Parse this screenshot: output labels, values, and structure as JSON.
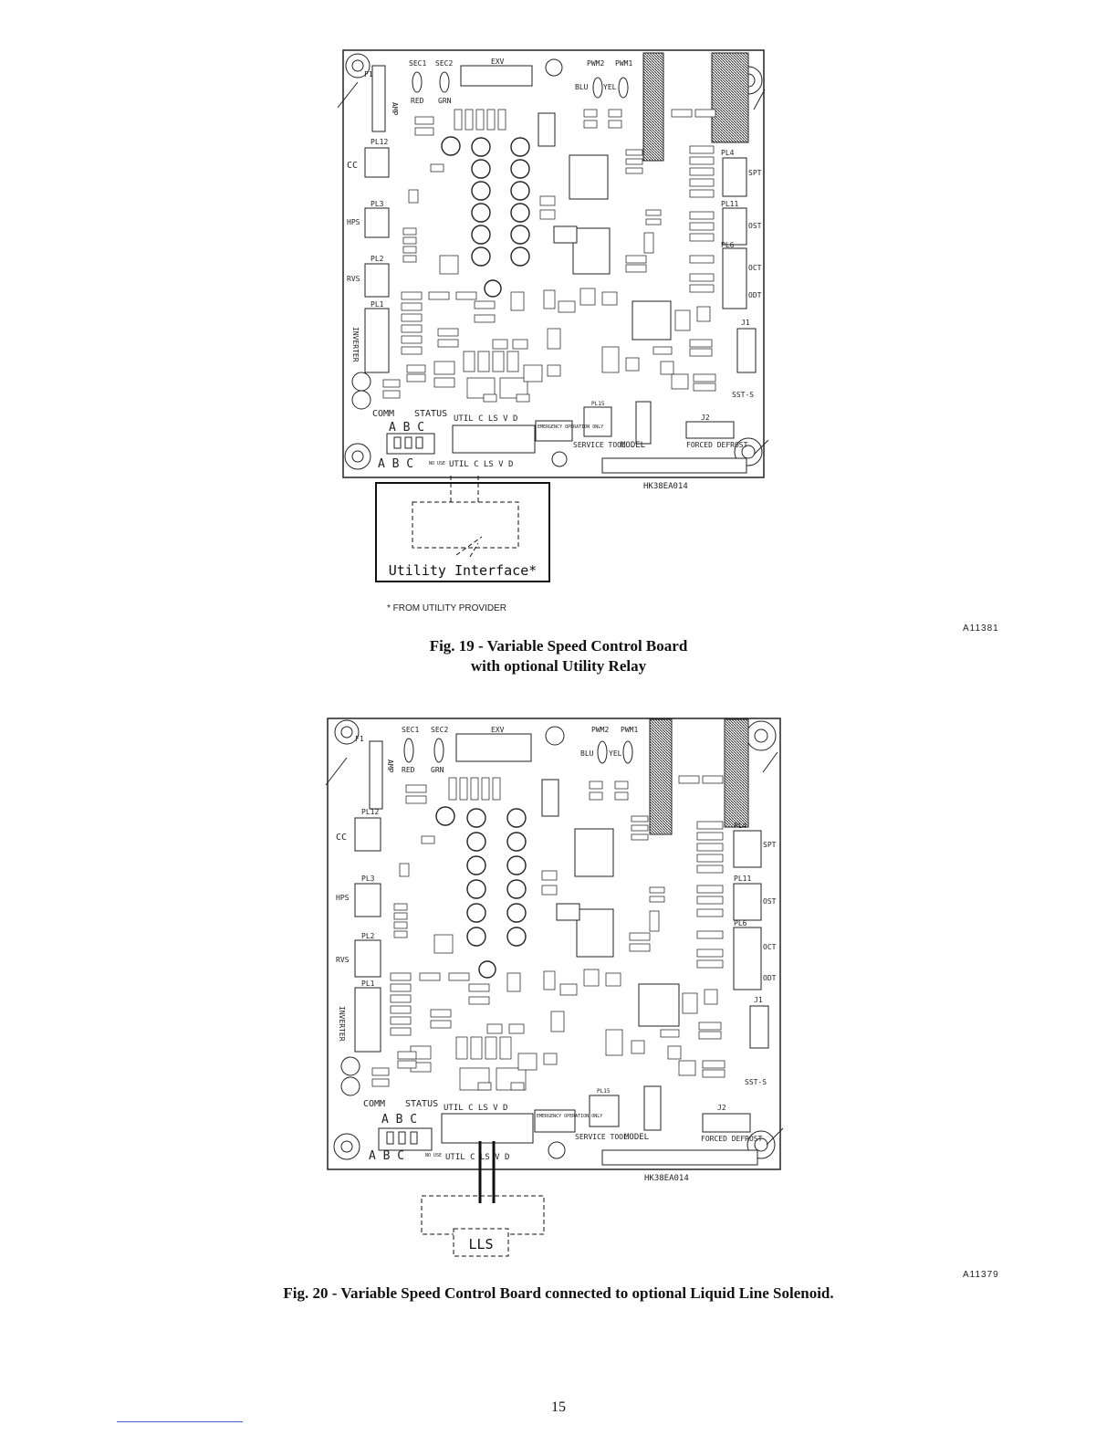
{
  "figure19": {
    "board_labels": {
      "f1": "F1",
      "sec1": "SEC1",
      "sec2": "SEC2",
      "exv": "EXV",
      "pwm2": "PWM2",
      "pwm1": "PWM1",
      "blu": "BLU",
      "yel": "YEL",
      "red": "RED",
      "grn": "GRN",
      "amp": "AMP",
      "pl12": "PL12",
      "cc": "CC",
      "pl3": "PL3",
      "hps": "HPS",
      "pl2": "PL2",
      "rvs": "RVS",
      "pl1": "PL1",
      "inverter": "INVERTER",
      "pl4": "PL4",
      "spt": "SPT",
      "pl11": "PL11",
      "ost": "OST",
      "pl6": "PL6",
      "oct": "OCT",
      "odt": "ODT",
      "j1": "J1",
      "sst": "SST-S",
      "comm": "COMM",
      "status": "STATUS",
      "abc_top": "A B C",
      "util_top": "UTIL C LS V D",
      "emergency": "EMERGENCY OPERATION ONLY",
      "pl15": "PL15",
      "service_tool": "SERVICE TOOL",
      "model": "MODEL",
      "j2": "J2",
      "forced_defrost": "FORCED DEFROST",
      "abc_bottom": "A B C",
      "nouse": "NO USE",
      "util_bottom": "UTIL C LS V D",
      "part_number": "HK38EA014"
    },
    "utility_interface_label": "Utility Interface*",
    "footnote": "* FROM UTILITY PROVIDER",
    "code": "A11381",
    "caption_line1": "Fig. 19 - Variable Speed Control Board",
    "caption_line2": "with optional Utility Relay"
  },
  "figure20": {
    "board_labels": {
      "f1": "F1",
      "sec1": "SEC1",
      "sec2": "SEC2",
      "exv": "EXV",
      "pwm2": "PWM2",
      "pwm1": "PWM1",
      "blu": "BLU",
      "yel": "YEL",
      "red": "RED",
      "grn": "GRN",
      "amp": "AMP",
      "pl12": "PL12",
      "cc": "CC",
      "pl3": "PL3",
      "hps": "HPS",
      "pl2": "PL2",
      "rvs": "RVS",
      "pl1": "PL1",
      "inverter": "INVERTER",
      "pl4": "PL4",
      "spt": "SPT",
      "pl11": "PL11",
      "ost": "OST",
      "pl6": "PL6",
      "oct": "OCT",
      "odt": "ODT",
      "j1": "J1",
      "sst": "SST-S",
      "comm": "COMM",
      "status": "STATUS",
      "abc_top": "A B C",
      "util_top": "UTIL C LS V D",
      "emergency": "EMERGENCY OPERATION ONLY",
      "pl15": "PL15",
      "service_tool": "SERVICE TOOL",
      "model": "MODEL",
      "j2": "J2",
      "forced_defrost": "FORCED DEFROST",
      "abc_bottom": "A B C",
      "nouse": "NO USE",
      "util_bottom": "UTIL C LS V D",
      "part_number": "HK38EA014"
    },
    "lls_label": "LLS",
    "code": "A11379",
    "caption": "Fig. 20 - Variable Speed Control Board connected to optional Liquid Line Solenoid."
  },
  "page_number": "15"
}
